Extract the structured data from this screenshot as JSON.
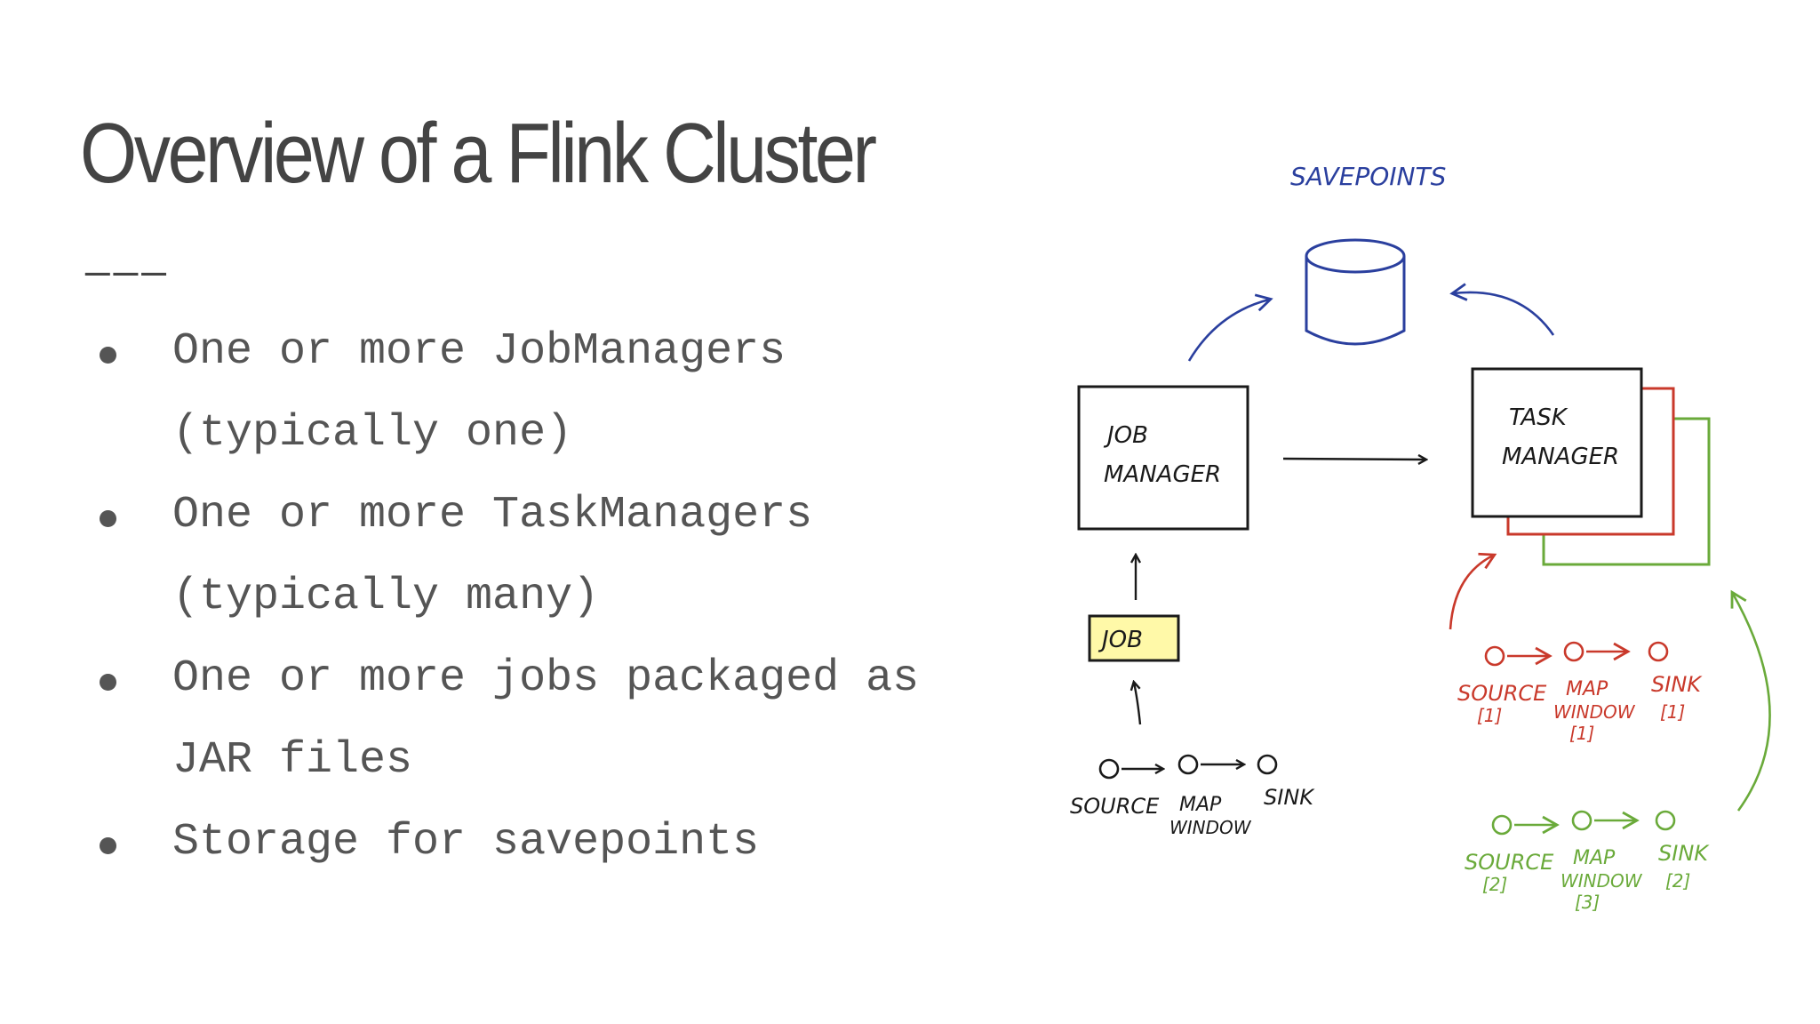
{
  "slide": {
    "title": "Overview of a Flink Cluster",
    "title_rule": "———",
    "bullets": [
      {
        "line1": "One or more JobManagers",
        "line2": "(typically one)"
      },
      {
        "line1": "One or more TaskManagers",
        "line2": "(typically many)"
      },
      {
        "line1": "One or more jobs packaged as",
        "line2": "JAR files"
      },
      {
        "line1": "Storage for savepoints",
        "line2": ""
      }
    ]
  },
  "diagram": {
    "savepoints_label": "SAVEPOINTS",
    "job_manager": {
      "line1": "JOB",
      "line2": "MANAGER"
    },
    "task_manager": {
      "line1": "TASK",
      "line2": "MANAGER"
    },
    "job_label": "JOB",
    "job_pipeline": {
      "source": "SOURCE",
      "map_line1": "MAP",
      "map_line2": "WINDOW",
      "sink": "SINK"
    },
    "pipeline_1": {
      "source": "SOURCE",
      "source_idx": "[1]",
      "map_line1": "MAP",
      "map_line2": "WINDOW",
      "map_idx": "[1]",
      "sink": "SINK",
      "sink_idx": "[1]"
    },
    "pipeline_2": {
      "source": "SOURCE",
      "source_idx": "[2]",
      "map_line1": "MAP",
      "map_line2": "WINDOW",
      "map_idx": "[3]",
      "sink": "SINK",
      "sink_idx": "[2]"
    }
  },
  "colors": {
    "title": "#444444",
    "text": "#555555",
    "ink": "#1a1a1a",
    "savepoints_blue": "#2a3f9e",
    "red": "#c9392b",
    "green": "#6aaa3a",
    "job_fill": "#fff9a8"
  }
}
